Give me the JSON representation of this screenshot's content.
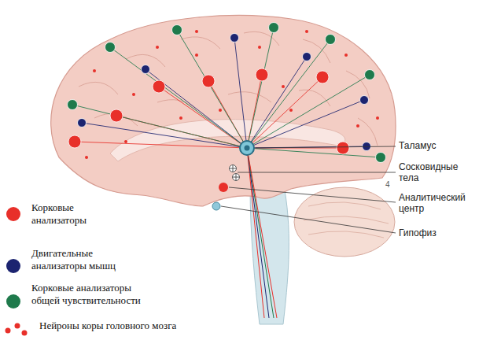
{
  "diagram": {
    "labels": [
      "Таламус",
      "Сосковидные тела",
      "Аналитический центр",
      "Гипофиз",
      "4"
    ],
    "legend": [
      {
        "text": "Корковые анализаторы",
        "color": "#e8302a"
      },
      {
        "text": "Двигательные анализаторы мышц",
        "color": "#1c2470"
      },
      {
        "text": "Корковые анализаторы общей чувствительности",
        "color": "#1f7a4c"
      },
      {
        "text": "Нейроны коры головного мозга"
      }
    ]
  }
}
